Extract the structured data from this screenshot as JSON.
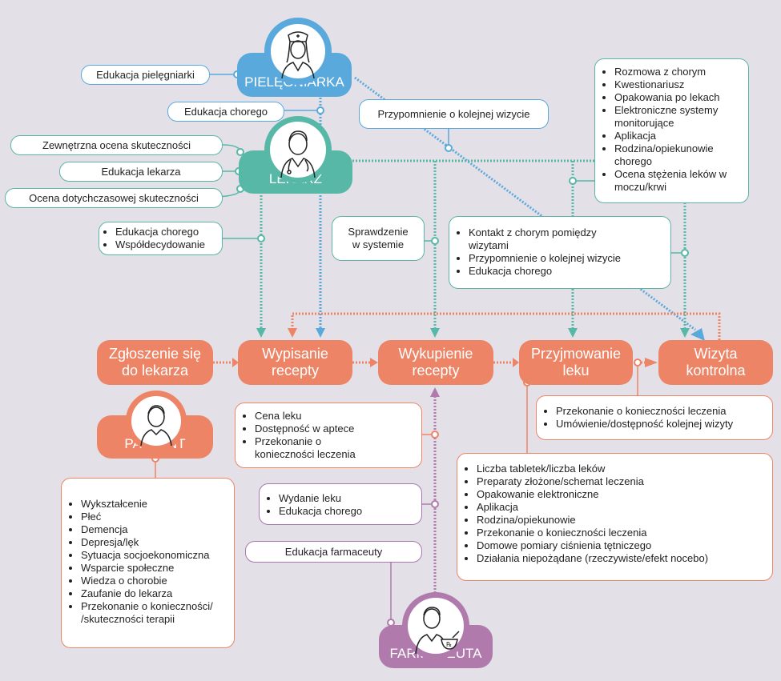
{
  "colors": {
    "nurse": "#5aa9dc",
    "doctor": "#58b8a8",
    "patient": "#ee8466",
    "pharmacist": "#b07aad",
    "background": "#e3e0e8"
  },
  "roles": {
    "nurse": {
      "label": "PIELĘGNIARKA",
      "icon": "nurse-icon"
    },
    "doctor": {
      "label": "LEKARZ",
      "icon": "doctor-icon"
    },
    "patient": {
      "label": "PACJENT",
      "icon": "patient-icon"
    },
    "pharmacist": {
      "label": "FARMACEUTA",
      "icon": "pharmacist-icon"
    }
  },
  "steps": [
    {
      "line1": "Zgłoszenie się",
      "line2": "do lekarza"
    },
    {
      "line1": "Wypisanie",
      "line2": "recepty"
    },
    {
      "line1": "Wykupienie",
      "line2": "recepty"
    },
    {
      "line1": "Przyjmowanie",
      "line2": "leku"
    },
    {
      "line1": "Wizyta",
      "line2": "kontrolna"
    }
  ],
  "boxes": {
    "nurse_education": "Edukacja pielęgniarki",
    "patient_education_nurse": "Edukacja chorego",
    "external_assessment": "Zewnętrzna ocena skuteczności",
    "doctor_education": "Edukacja lekarza",
    "prior_assessment": "Ocena dotychczasowej skuteczności",
    "reminder": "Przypomnienie o kolejnej wizycie",
    "doctor_shared": [
      "Edukacja chorego",
      "Współdecydowanie"
    ],
    "system_check": "Sprawdzenie w systemie",
    "monitoring": [
      "Rozmowa z chorym",
      "Kwestionariusz",
      "Opakowania po lekach",
      "Elektroniczne systemy monitorujące",
      "Aplikacja",
      "Rodzina/opiekunowie chorego",
      "Ocena stężenia leków w moczu/krwi"
    ],
    "between_visits": [
      "Kontakt z chorym pomiędzy wizytami",
      "Przypomnienie o kolejnej wizycie",
      "Edukacja chorego"
    ],
    "purchase_factors": [
      "Cena leku",
      "Dostępność w aptece",
      "Przekonanie o konieczności leczenia"
    ],
    "visit_factors": [
      "Przekonanie o konieczności leczenia",
      "Umówienie/dostępność kolejnej wizyty"
    ],
    "intake_factors": [
      "Liczba tabletek/liczba leków",
      "Preparaty złożone/schemat leczenia",
      "Opakowanie elektroniczne",
      "Aplikacja",
      "Rodzina/opiekunowie",
      "Przekonanie o konieczności leczenia",
      "Domowe pomiary ciśnienia tętniczego",
      "Działania niepożądane (rzeczywiste/efekt nocebo)"
    ],
    "pharmacy_actions": [
      "Wydanie leku",
      "Edukacja chorego"
    ],
    "pharmacist_education": "Edukacja farmaceuty",
    "patient_factors": [
      "Wykształcenie",
      "Płeć",
      "Demencja",
      "Depresja/lęk",
      "Sytuacja socjoekonomiczna",
      "Wsparcie społeczne",
      "Wiedza o chorobie",
      "Zaufanie do lekarza",
      "Przekonanie o konieczności/ /skuteczności terapii"
    ]
  }
}
